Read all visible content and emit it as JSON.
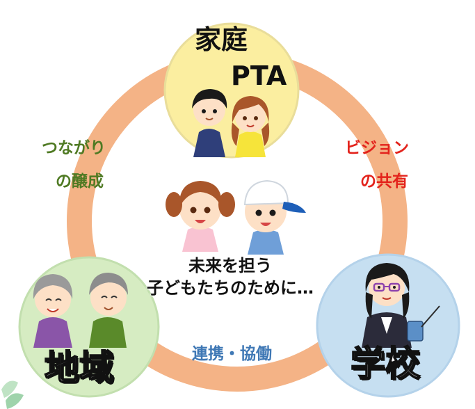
{
  "nodes": {
    "home": {
      "line1": "家庭",
      "line2": "PTA",
      "fill": "#fbeea0",
      "stroke": "#e9dd9a"
    },
    "community": {
      "label": "地域",
      "fill": "#d6ecc2",
      "stroke": "#c2dfae"
    },
    "school": {
      "label": "学校",
      "fill": "#c6dff1",
      "stroke": "#b4d2ea"
    }
  },
  "edges": {
    "left": {
      "line1": "つながり",
      "line2": "の醸成",
      "color": "#4f7a23"
    },
    "right": {
      "line1": "ビジョン",
      "line2": "の共有",
      "color": "#e3231c"
    },
    "bottom": {
      "label": "連携・協働",
      "color": "#3f78b5"
    }
  },
  "center": {
    "line1": "未来を担う",
    "line2": "子どもたちのために…"
  },
  "colors": {
    "ring": "#f4b386",
    "big_label_fill": "#ffffff",
    "big_label_outline": "#111111"
  }
}
